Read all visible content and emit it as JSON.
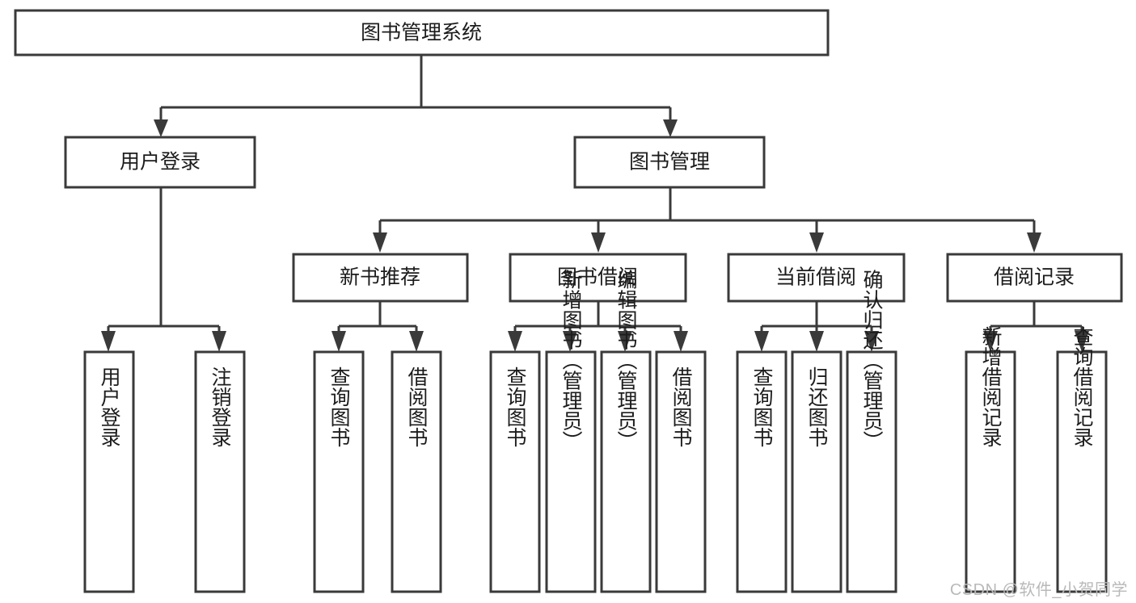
{
  "diagram": {
    "title": "图书管理系统",
    "type": "tree-hierarchy",
    "watermark": "CSDN @软件_小贺同学",
    "colors": {
      "stroke": "#3a3a3a",
      "fill": "#ffffff",
      "text": "#1c1c1c",
      "watermark": "#b9b9b9"
    },
    "levels": {
      "root": {
        "label": "图书管理系统"
      },
      "level1": [
        {
          "label": "用户登录"
        },
        {
          "label": "图书管理"
        }
      ],
      "level2": [
        {
          "label": "新书推荐"
        },
        {
          "label": "图书借阅"
        },
        {
          "label": "当前借阅"
        },
        {
          "label": "借阅记录"
        }
      ],
      "leaves": {
        "user_login": [
          {
            "label": "用户登录"
          },
          {
            "label": "注销登录"
          }
        ],
        "new_book_recommend": [
          {
            "label": "查询图书"
          },
          {
            "label": "借阅图书"
          }
        ],
        "book_borrow": [
          {
            "label": "查询图书"
          },
          {
            "label": "新增图书（管理员）"
          },
          {
            "label": "编辑图书（管理员）"
          },
          {
            "label": "借阅图书"
          }
        ],
        "current_borrow": [
          {
            "label": "查询图书"
          },
          {
            "label": "归还图书"
          },
          {
            "label": "确认归还（管理员）"
          }
        ],
        "borrow_record": [
          {
            "label": "新增借阅记录"
          },
          {
            "label": "查询借阅记录"
          }
        ]
      }
    }
  }
}
